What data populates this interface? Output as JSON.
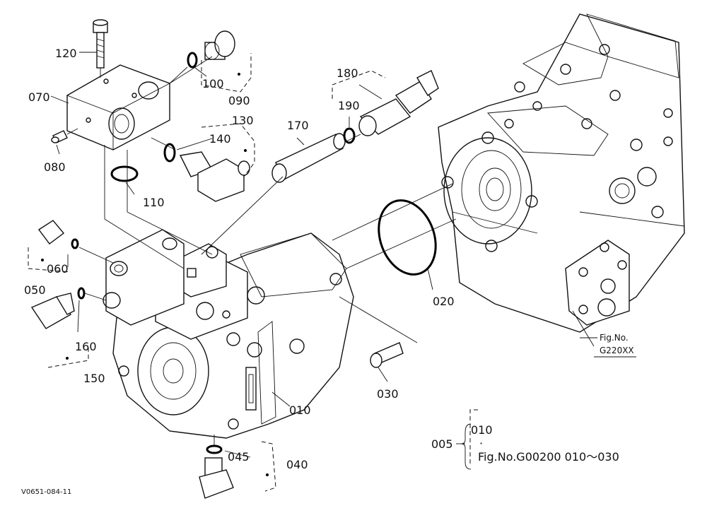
{
  "parts": [
    {
      "id": "p120",
      "label": "120"
    },
    {
      "id": "p070",
      "label": "070"
    },
    {
      "id": "p080",
      "label": "080"
    },
    {
      "id": "p100",
      "label": "100"
    },
    {
      "id": "p090",
      "label": "090"
    },
    {
      "id": "p110",
      "label": "110"
    },
    {
      "id": "p130",
      "label": "130"
    },
    {
      "id": "p140",
      "label": "140"
    },
    {
      "id": "p170",
      "label": "170"
    },
    {
      "id": "p180",
      "label": "180"
    },
    {
      "id": "p190",
      "label": "190"
    },
    {
      "id": "p060",
      "label": "060"
    },
    {
      "id": "p050",
      "label": "050"
    },
    {
      "id": "p160",
      "label": "160"
    },
    {
      "id": "p150",
      "label": "150"
    },
    {
      "id": "p020",
      "label": "020"
    },
    {
      "id": "p030",
      "label": "030"
    },
    {
      "id": "p010",
      "label": "010"
    },
    {
      "id": "p045",
      "label": "045"
    },
    {
      "id": "p040",
      "label": "040"
    }
  ],
  "figref": {
    "line1": "Fig.No.",
    "line2": "G220XX"
  },
  "assembly": {
    "code": "005",
    "first": "010",
    "dot": "·",
    "last": "Fig.No.G00200  010～030"
  },
  "drawing_number": "V0651-084-11"
}
